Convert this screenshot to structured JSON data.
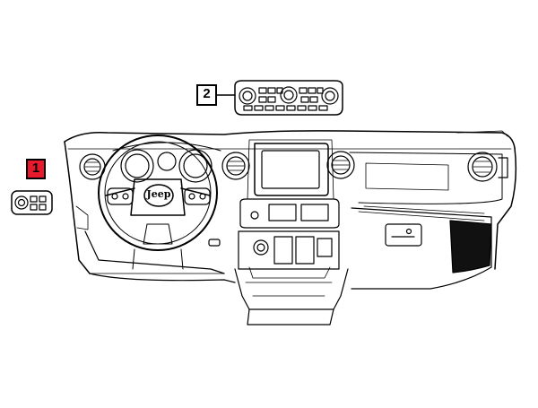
{
  "diagram": {
    "callouts": [
      {
        "id": "1",
        "label": "1",
        "highlight_color": "#e8192c"
      },
      {
        "id": "2",
        "label": "2",
        "highlight_color": "#ffffff"
      }
    ],
    "logo_text": "Jeep",
    "line_color": "#000000",
    "background": "#ffffff"
  }
}
